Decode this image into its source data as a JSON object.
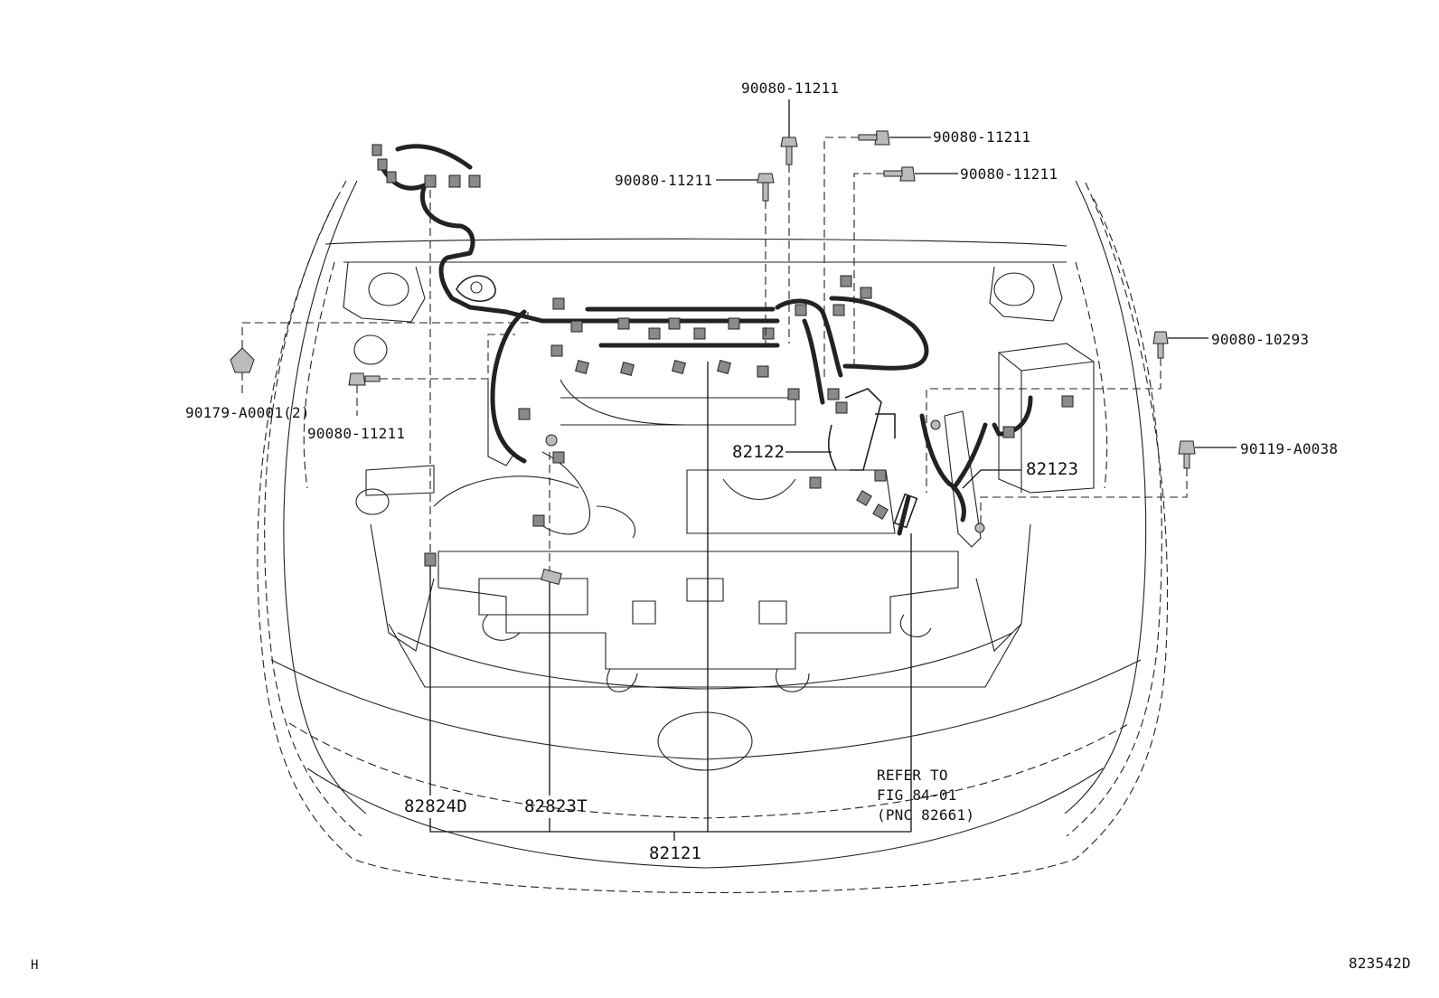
{
  "diagram": {
    "part_labels": {
      "bolt_top_center": "90080-11211",
      "bolt_top_right_1": "90080-11211",
      "bolt_top_right_2": "90080-11211",
      "bolt_top_left": "90080-11211",
      "bolt_right_1": "90080-10293",
      "bolt_right_2": "90119-A0038",
      "clip_left": "90179-A0001(2)",
      "bolt_left": "90080-11211",
      "harness_82122": "82122",
      "harness_82123": "82123",
      "harness_82824d": "82824D",
      "harness_82823t": "82823T",
      "harness_82121": "82121"
    },
    "refer_note": {
      "line1": "REFER TO",
      "line2": "FIG 84-01",
      "line3": "(PNC 82661)"
    },
    "footer": {
      "left_code": "H",
      "right_code": "823542D"
    }
  }
}
